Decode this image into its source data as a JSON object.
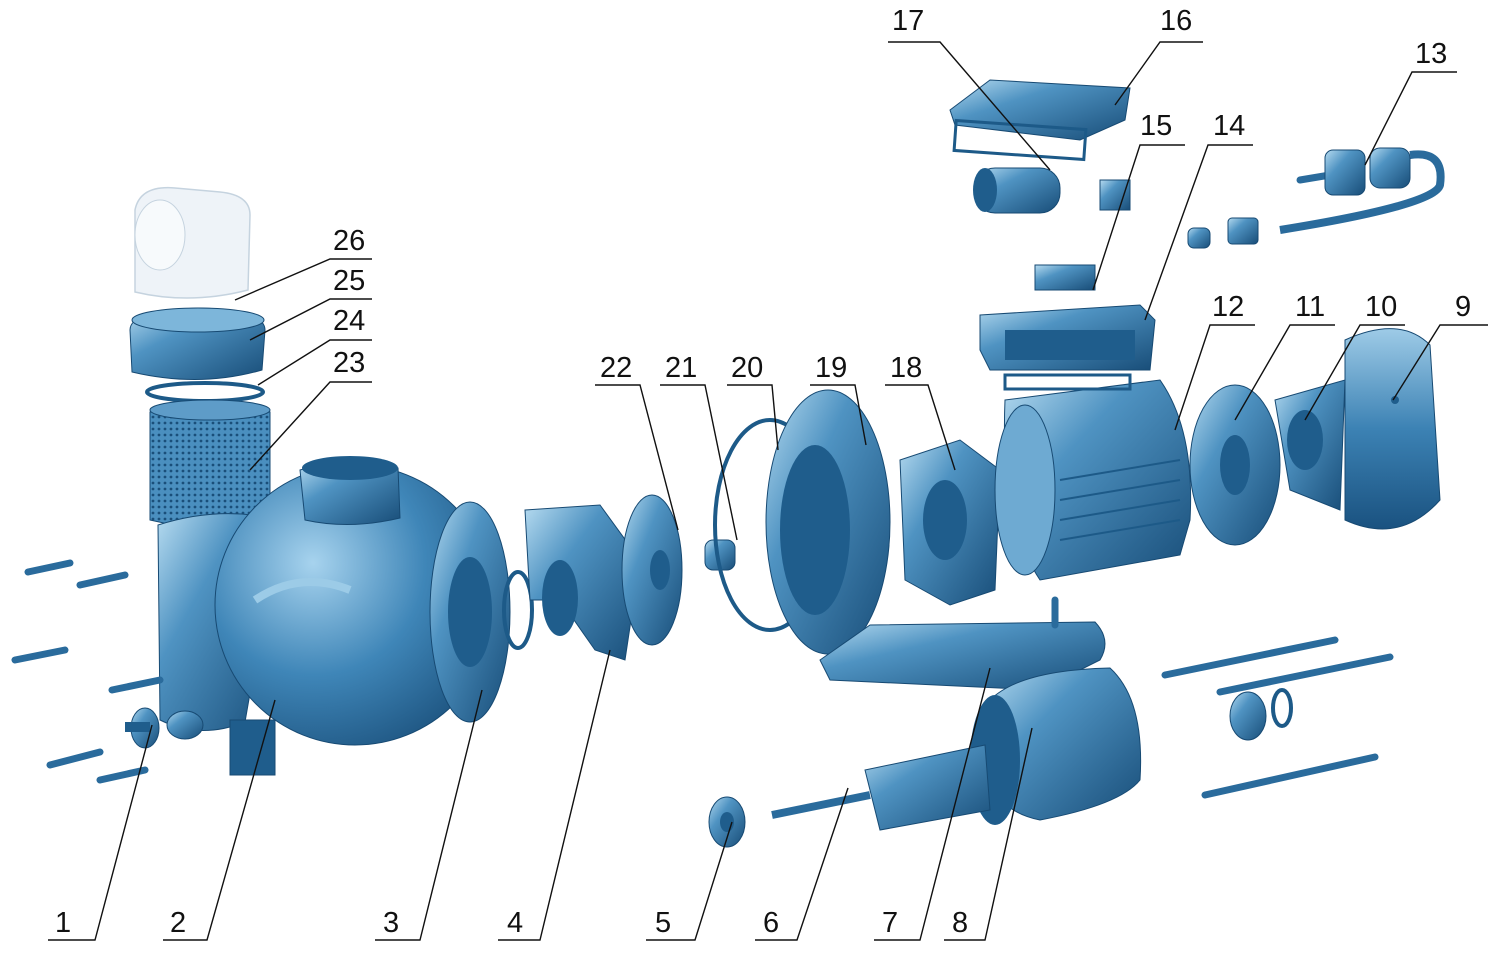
{
  "diagram": {
    "type": "exploded-parts-view",
    "colors": {
      "part": "#3a7fb0",
      "part_dark": "#1f5d8c",
      "highlight": "#a9d2ea",
      "lid": "#eef3f8",
      "text": "#111111"
    },
    "callouts": {
      "c1": "1",
      "c2": "2",
      "c3": "3",
      "c4": "4",
      "c5": "5",
      "c6": "6",
      "c7": "7",
      "c8": "8",
      "c9": "9",
      "c10": "10",
      "c11": "11",
      "c12": "12",
      "c13": "13",
      "c14": "14",
      "c15": "15",
      "c16": "16",
      "c17": "17",
      "c18": "18",
      "c19": "19",
      "c20": "20",
      "c21": "21",
      "c22": "22",
      "c23": "23",
      "c24": "24",
      "c25": "25",
      "c26": "26"
    }
  }
}
